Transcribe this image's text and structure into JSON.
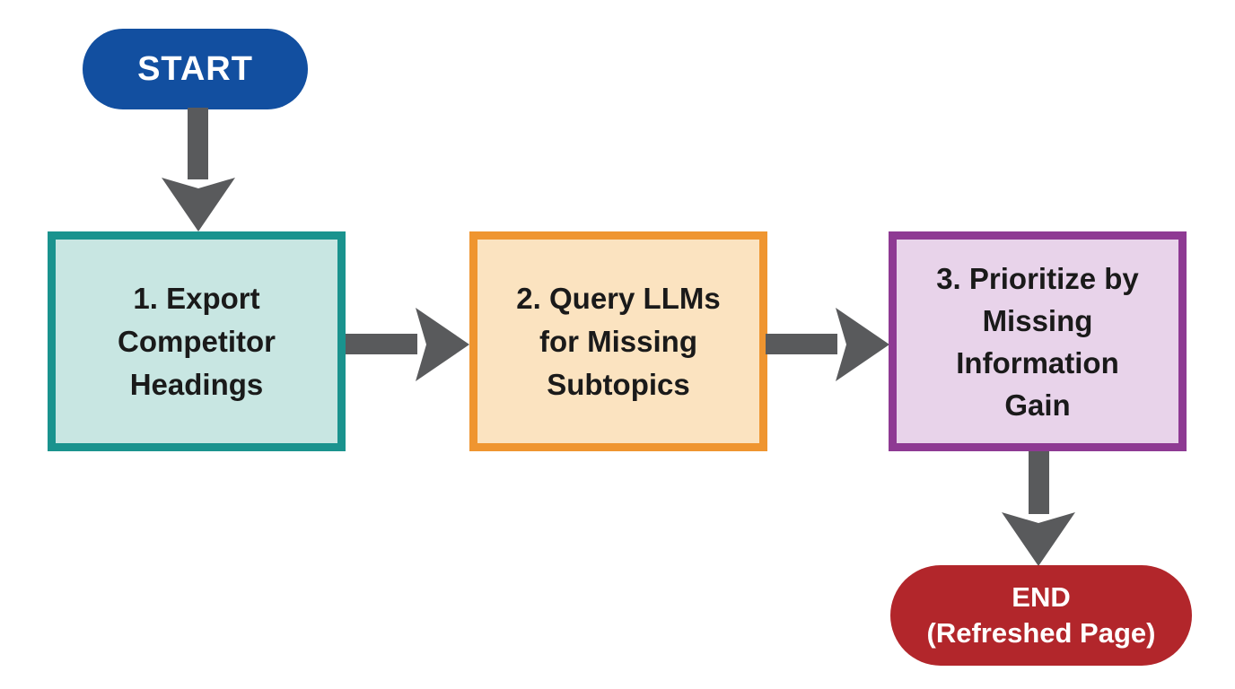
{
  "flowchart": {
    "background": "#ffffff",
    "arrow_color": "#595a5c",
    "nodes": {
      "start": {
        "shape": "terminator",
        "label": "START",
        "fill": "#124fa0",
        "text_color": "#ffffff"
      },
      "step1": {
        "shape": "process",
        "lines": [
          "1. Export",
          "Competitor",
          "Headings"
        ],
        "fill": "#c8e6e2",
        "border_color": "#1a938e",
        "text_color": "#1a1a1a"
      },
      "step2": {
        "shape": "process",
        "lines": [
          "2. Query LLMs",
          "for Missing",
          "Subtopics"
        ],
        "fill": "#fbe3c0",
        "border_color": "#ef9530",
        "text_color": "#1a1a1a"
      },
      "step3": {
        "shape": "process",
        "lines": [
          "3. Prioritize by",
          "Missing",
          "Information",
          "Gain"
        ],
        "fill": "#e8d3ea",
        "border_color": "#8e3a93",
        "text_color": "#1a1a1a"
      },
      "end": {
        "shape": "terminator",
        "lines": [
          "END",
          "(Refreshed Page)"
        ],
        "fill": "#b2262b",
        "text_color": "#ffffff"
      }
    },
    "edges": [
      {
        "from": "start",
        "to": "step1",
        "direction": "down"
      },
      {
        "from": "step1",
        "to": "step2",
        "direction": "right"
      },
      {
        "from": "step2",
        "to": "step3",
        "direction": "right"
      },
      {
        "from": "step3",
        "to": "end",
        "direction": "down"
      }
    ]
  }
}
